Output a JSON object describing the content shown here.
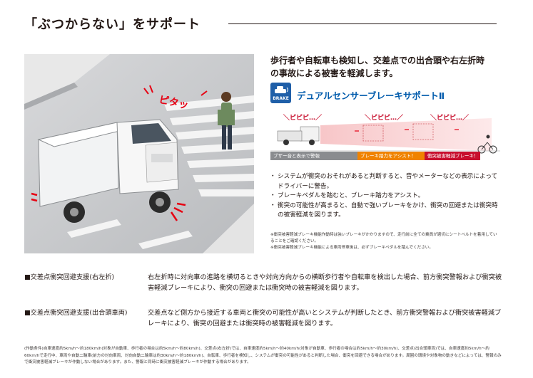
{
  "header": {
    "title": "「ぶつからない」をサポート"
  },
  "hero": {
    "sound_effect": "ピタッ"
  },
  "intro": {
    "lead_line1": "歩行者や自転車も検知し、交差点での出合頭や右左折時",
    "lead_line2": "の事故による被害を軽減します。"
  },
  "feature": {
    "badge_text": "BRAKE",
    "name": "デュアルセンサーブレーキサポートⅡ"
  },
  "diagram": {
    "beep_1": "＼ピピピ…／",
    "beep_2": "＼ピピピ…／",
    "beep_3": "＼ピピピ…／",
    "stage_1": "ブザー音と表示で警報",
    "stage_2": "ブレーキ踏力をアシスト！",
    "stage_3": "衝突被害軽減ブレーキ！"
  },
  "bullets": [
    "システムが衝突のおそれがあると判断すると、音やメーターなどの表示によってドライバーに警告。",
    "ブレーキペダルを踏むと、ブレーキ踏力をアシスト。",
    "衝突の可能性が高まると、自動で強いブレーキをかけ、衝突の回避または衝突時の被害軽減を図ります。"
  ],
  "notes": [
    "※衝突被害軽減ブレーキ機能作動時は強いブレーキがかかりますので、走行前に全ての乗員が適切にシートベルトを着用していることをご確認ください。",
    "※衝突被害軽減ブレーキ機能による車両停車後は、必ずブレーキペダルを踏んでください。"
  ],
  "features": [
    {
      "label": "■交差点衝突回避支援(右左折)",
      "description": "右左折時に対向車の進路を横切るときや対向方向からの横断歩行者や自転車を検出した場合、前方衝突警報および衝突被害軽減ブレーキにより、衝突の回避または衝突時の被害軽減を図ります。"
    },
    {
      "label": "■交差点衝突回避支援(出合頭車両)",
      "description": "交差点など側方から接近する車両と衝突の可能性が高いとシステムが判断したとき、前方衝突警報および衝突被害軽減ブレーキにより、衝突の回避または衝突時の被害軽減を図ります。"
    }
  ],
  "fineprint": "(作動条件)自車速度約5km/h～約180km/h(対象が自動車、歩行者の場合は約5km/h～約80km/h)、交差点(右左折)では、自車速度約5km/h～約40km/h(対象が自動車、歩行者の場合は約5km/h～約30km/h)、交差点(出合頭車両)では、自車速度約5km/h～約60km/hで走行中、車両や自動二輪車(前方の対向車両、対向自動二輪車は約30km/h～約180km/h)、自転車、歩行者を検知し、システムが衝突の可能性があると判断した場合、衝突を回避できる場合があります。周囲の環境や対象物の動きなどによっては、警報のみで衝突被害軽減ブレーキが作動しない場合があります。また、警報と同時に衝突被害軽減ブレーキが作動する場合があります。",
  "colors": {
    "text": "#231815",
    "brand_blue": "#005bac",
    "badge_blue": "#1f5fa8",
    "warning_red": "#c8102e",
    "assist_orange": "#f08300"
  }
}
